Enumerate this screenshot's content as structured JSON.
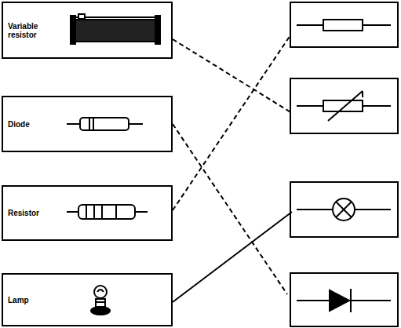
{
  "diagram": {
    "nodes": [
      {
        "text": [
          "Variable resistor"
        ]
      },
      {
        "text": [
          "Diode"
        ]
      },
      {
        "text": [
          "Resistor"
        ]
      },
      {
        "text": [
          "Lamp"
        ]
      }
    ]
  }
}
